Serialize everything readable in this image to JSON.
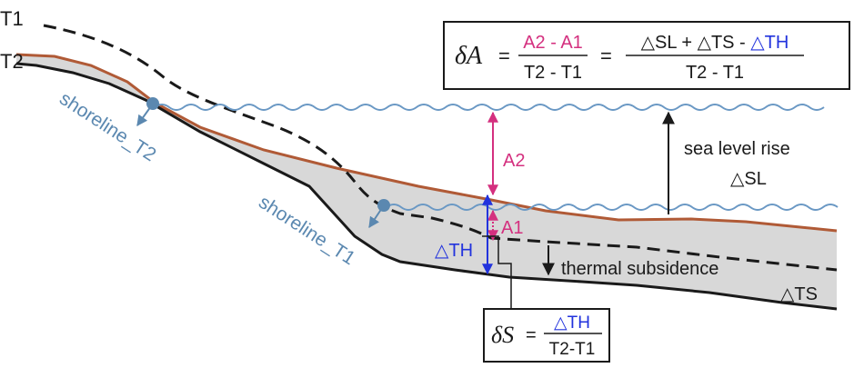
{
  "labels": {
    "t1": "T1",
    "t2": "T2",
    "shoreline_t2": "shoreline_T2",
    "shoreline_t1": "shoreline_T1",
    "a2": "A2",
    "a1": "A1",
    "delta_th": "△TH",
    "sea_level_rise": "sea level rise",
    "delta_sl": "△SL",
    "thermal_subsidence": "thermal subsidence",
    "delta_ts": "△TS"
  },
  "formula_a": {
    "symbol": "δA",
    "equals_1": "=",
    "frac1_num": "A2 - A1",
    "frac1_den": "T2 - T1",
    "equals_2": "=",
    "frac2_num_part1": "△SL + △TS - ",
    "frac2_num_part2": "△TH",
    "frac2_den": "T2 - T1"
  },
  "formula_s": {
    "symbol": "δS",
    "equals": "=",
    "num": "△TH",
    "den": "T2-T1"
  },
  "colors": {
    "sediment_fill": "#d8d8d8",
    "surface_brown": "#b05a36",
    "water_blue": "#6a98c4",
    "shoreline_blue": "#5b88b0",
    "magenta": "#d4307f",
    "blue": "#2233dd",
    "black": "#1a1a1a"
  }
}
